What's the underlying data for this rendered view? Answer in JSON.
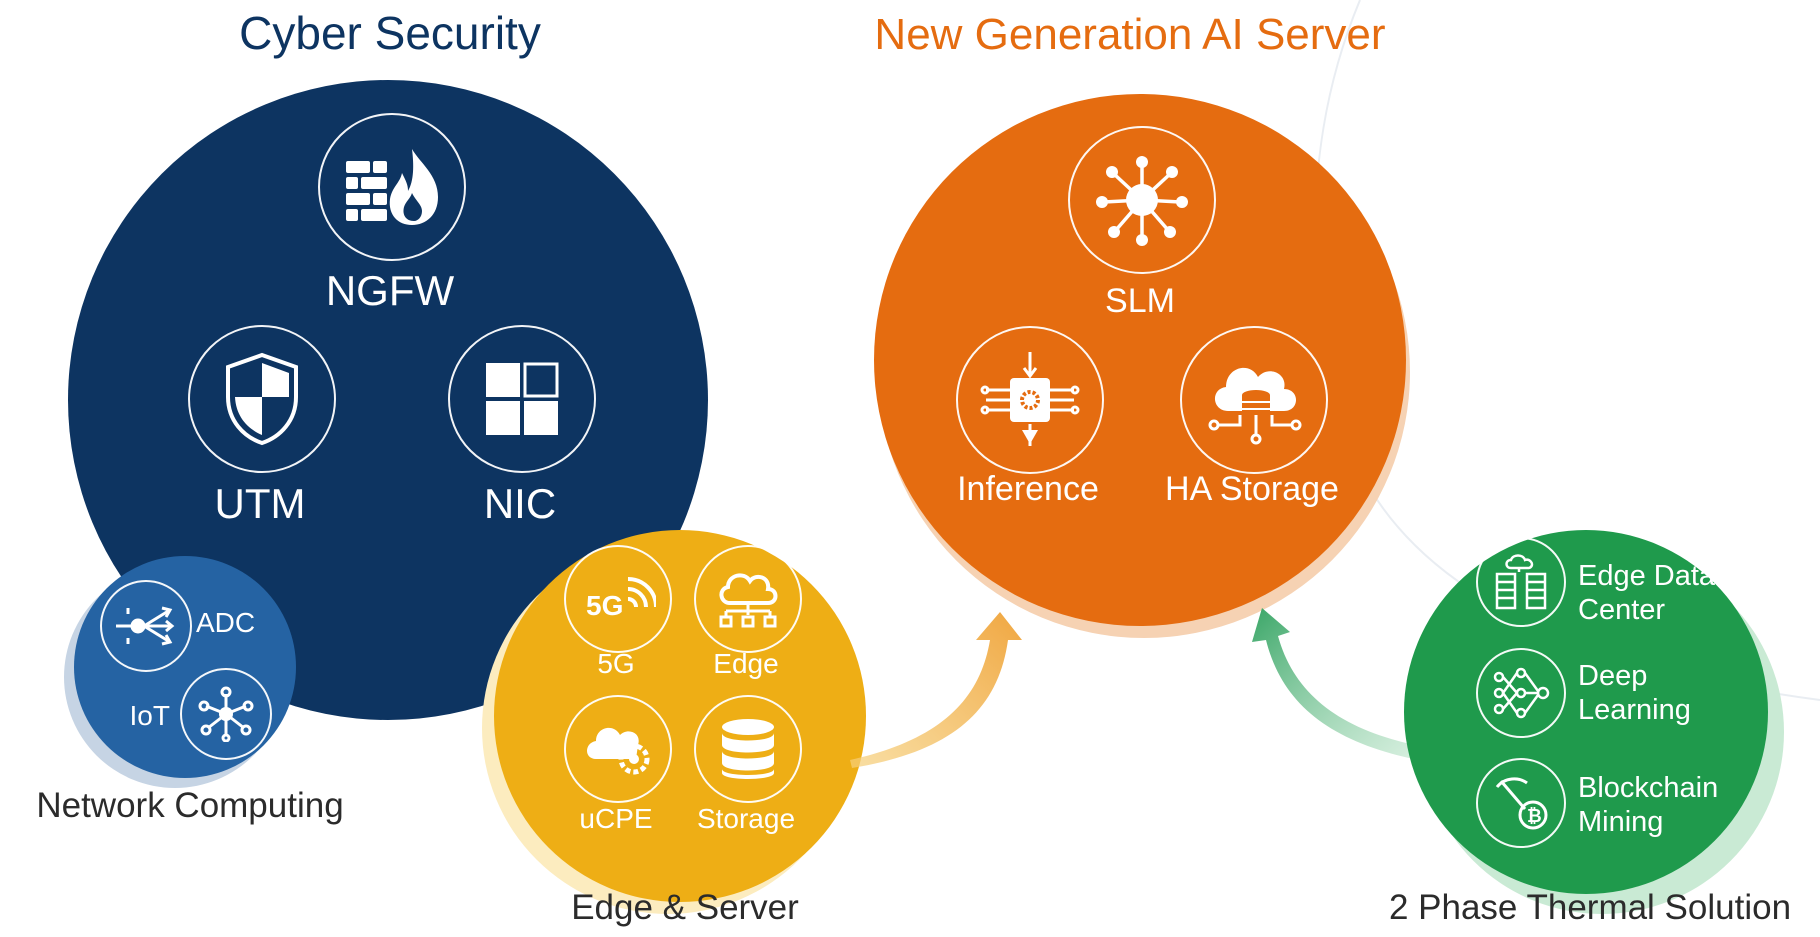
{
  "colors": {
    "cyber": "#0d3461",
    "network": "#2563a3",
    "edge": "#eeae15",
    "ai": "#e56c10",
    "thermal": "#1f9a4c",
    "cyber_title": "#0d3461",
    "ai_title": "#e56c10",
    "caption": "#2b2b2b"
  },
  "cyber_security": {
    "title": "Cyber Security",
    "items": [
      {
        "label": "NGFW",
        "icon": "firewall-icon"
      },
      {
        "label": "UTM",
        "icon": "shield-icon"
      },
      {
        "label": "NIC",
        "icon": "grid-icon"
      }
    ]
  },
  "network_computing": {
    "title": "Network Computing",
    "items": [
      {
        "label": "ADC",
        "icon": "load-balancer-icon"
      },
      {
        "label": "IoT",
        "icon": "network-nodes-icon"
      }
    ]
  },
  "edge_server": {
    "title": "Edge & Server",
    "items": [
      {
        "label": "5G",
        "icon": "5g-icon"
      },
      {
        "label": "Edge",
        "icon": "cloud-network-icon"
      },
      {
        "label": "uCPE",
        "icon": "cloud-gear-icon"
      },
      {
        "label": "Storage",
        "icon": "database-icon"
      }
    ]
  },
  "ai_server": {
    "title": "New Generation AI Server",
    "items": [
      {
        "label": "SLM",
        "icon": "hub-icon"
      },
      {
        "label": "Inference",
        "icon": "chip-icon"
      },
      {
        "label": "HA Storage",
        "icon": "cloud-database-icon"
      }
    ]
  },
  "thermal": {
    "title": "2 Phase Thermal Solution",
    "items": [
      {
        "label": "Edge Data Center",
        "line1": "Edge Data",
        "line2": "Center",
        "icon": "server-cloud-icon"
      },
      {
        "label": "Deep Learning",
        "line1": "Deep",
        "line2": "Learning",
        "icon": "neural-icon"
      },
      {
        "label": "Blockchain Mining",
        "line1": "Blockchain",
        "line2": "Mining",
        "icon": "pickaxe-coin-icon"
      }
    ]
  }
}
